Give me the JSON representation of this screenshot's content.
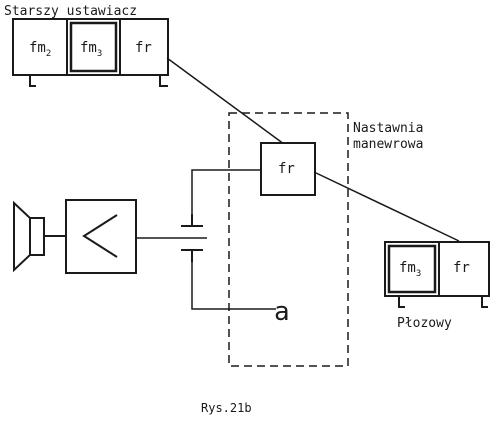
{
  "labels": {
    "senior": "Starszy ustawiacz",
    "station_line1": "Nastawnia",
    "station_line2": "manewrowa",
    "runner": "Płozowy",
    "caption": "Rys.21b"
  },
  "senior_unit": {
    "box1": {
      "main": "fm",
      "sub": "2"
    },
    "box2": {
      "main": "fm",
      "sub": "3"
    },
    "box3": "fr"
  },
  "station_unit": {
    "box": "fr"
  },
  "runner_unit": {
    "box1": {
      "main": "fm",
      "sub": "3"
    },
    "box2": "fr"
  },
  "terminal_symbol": "a",
  "colors": {
    "ink": "#1a1a1a",
    "paper": "#ffffff"
  }
}
